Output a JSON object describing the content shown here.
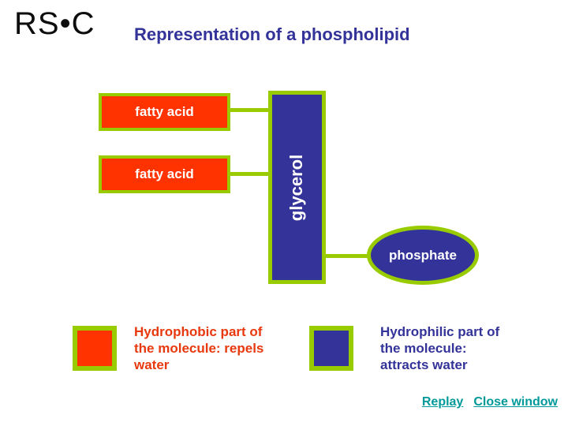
{
  "logo": {
    "text": "RS•C"
  },
  "header": {
    "title": "Representation of a phospholipid"
  },
  "diagram": {
    "fatty_acid_top": {
      "label": "fatty acid"
    },
    "fatty_acid_bottom": {
      "label": "fatty acid"
    },
    "glycerol": {
      "label": "glycerol"
    },
    "phosphate": {
      "label": "phosphate"
    }
  },
  "legend": {
    "hydrophobic": {
      "lines": [
        "Hydrophobic part of",
        "the molecule: repels",
        "water"
      ]
    },
    "hydrophilic": {
      "lines": [
        "Hydrophilic part of",
        "the molecule:",
        "attracts water"
      ]
    }
  },
  "footer": {
    "replay_label": "Replay",
    "close_label": "Close window"
  },
  "colors": {
    "hydrophobic_fill": "#ff3300",
    "hydrophilic_fill": "#333399",
    "outline_green": "#99cc00",
    "title_text": "#333399",
    "hydrophobic_text": "#e8380d",
    "link_teal": "#009999"
  }
}
